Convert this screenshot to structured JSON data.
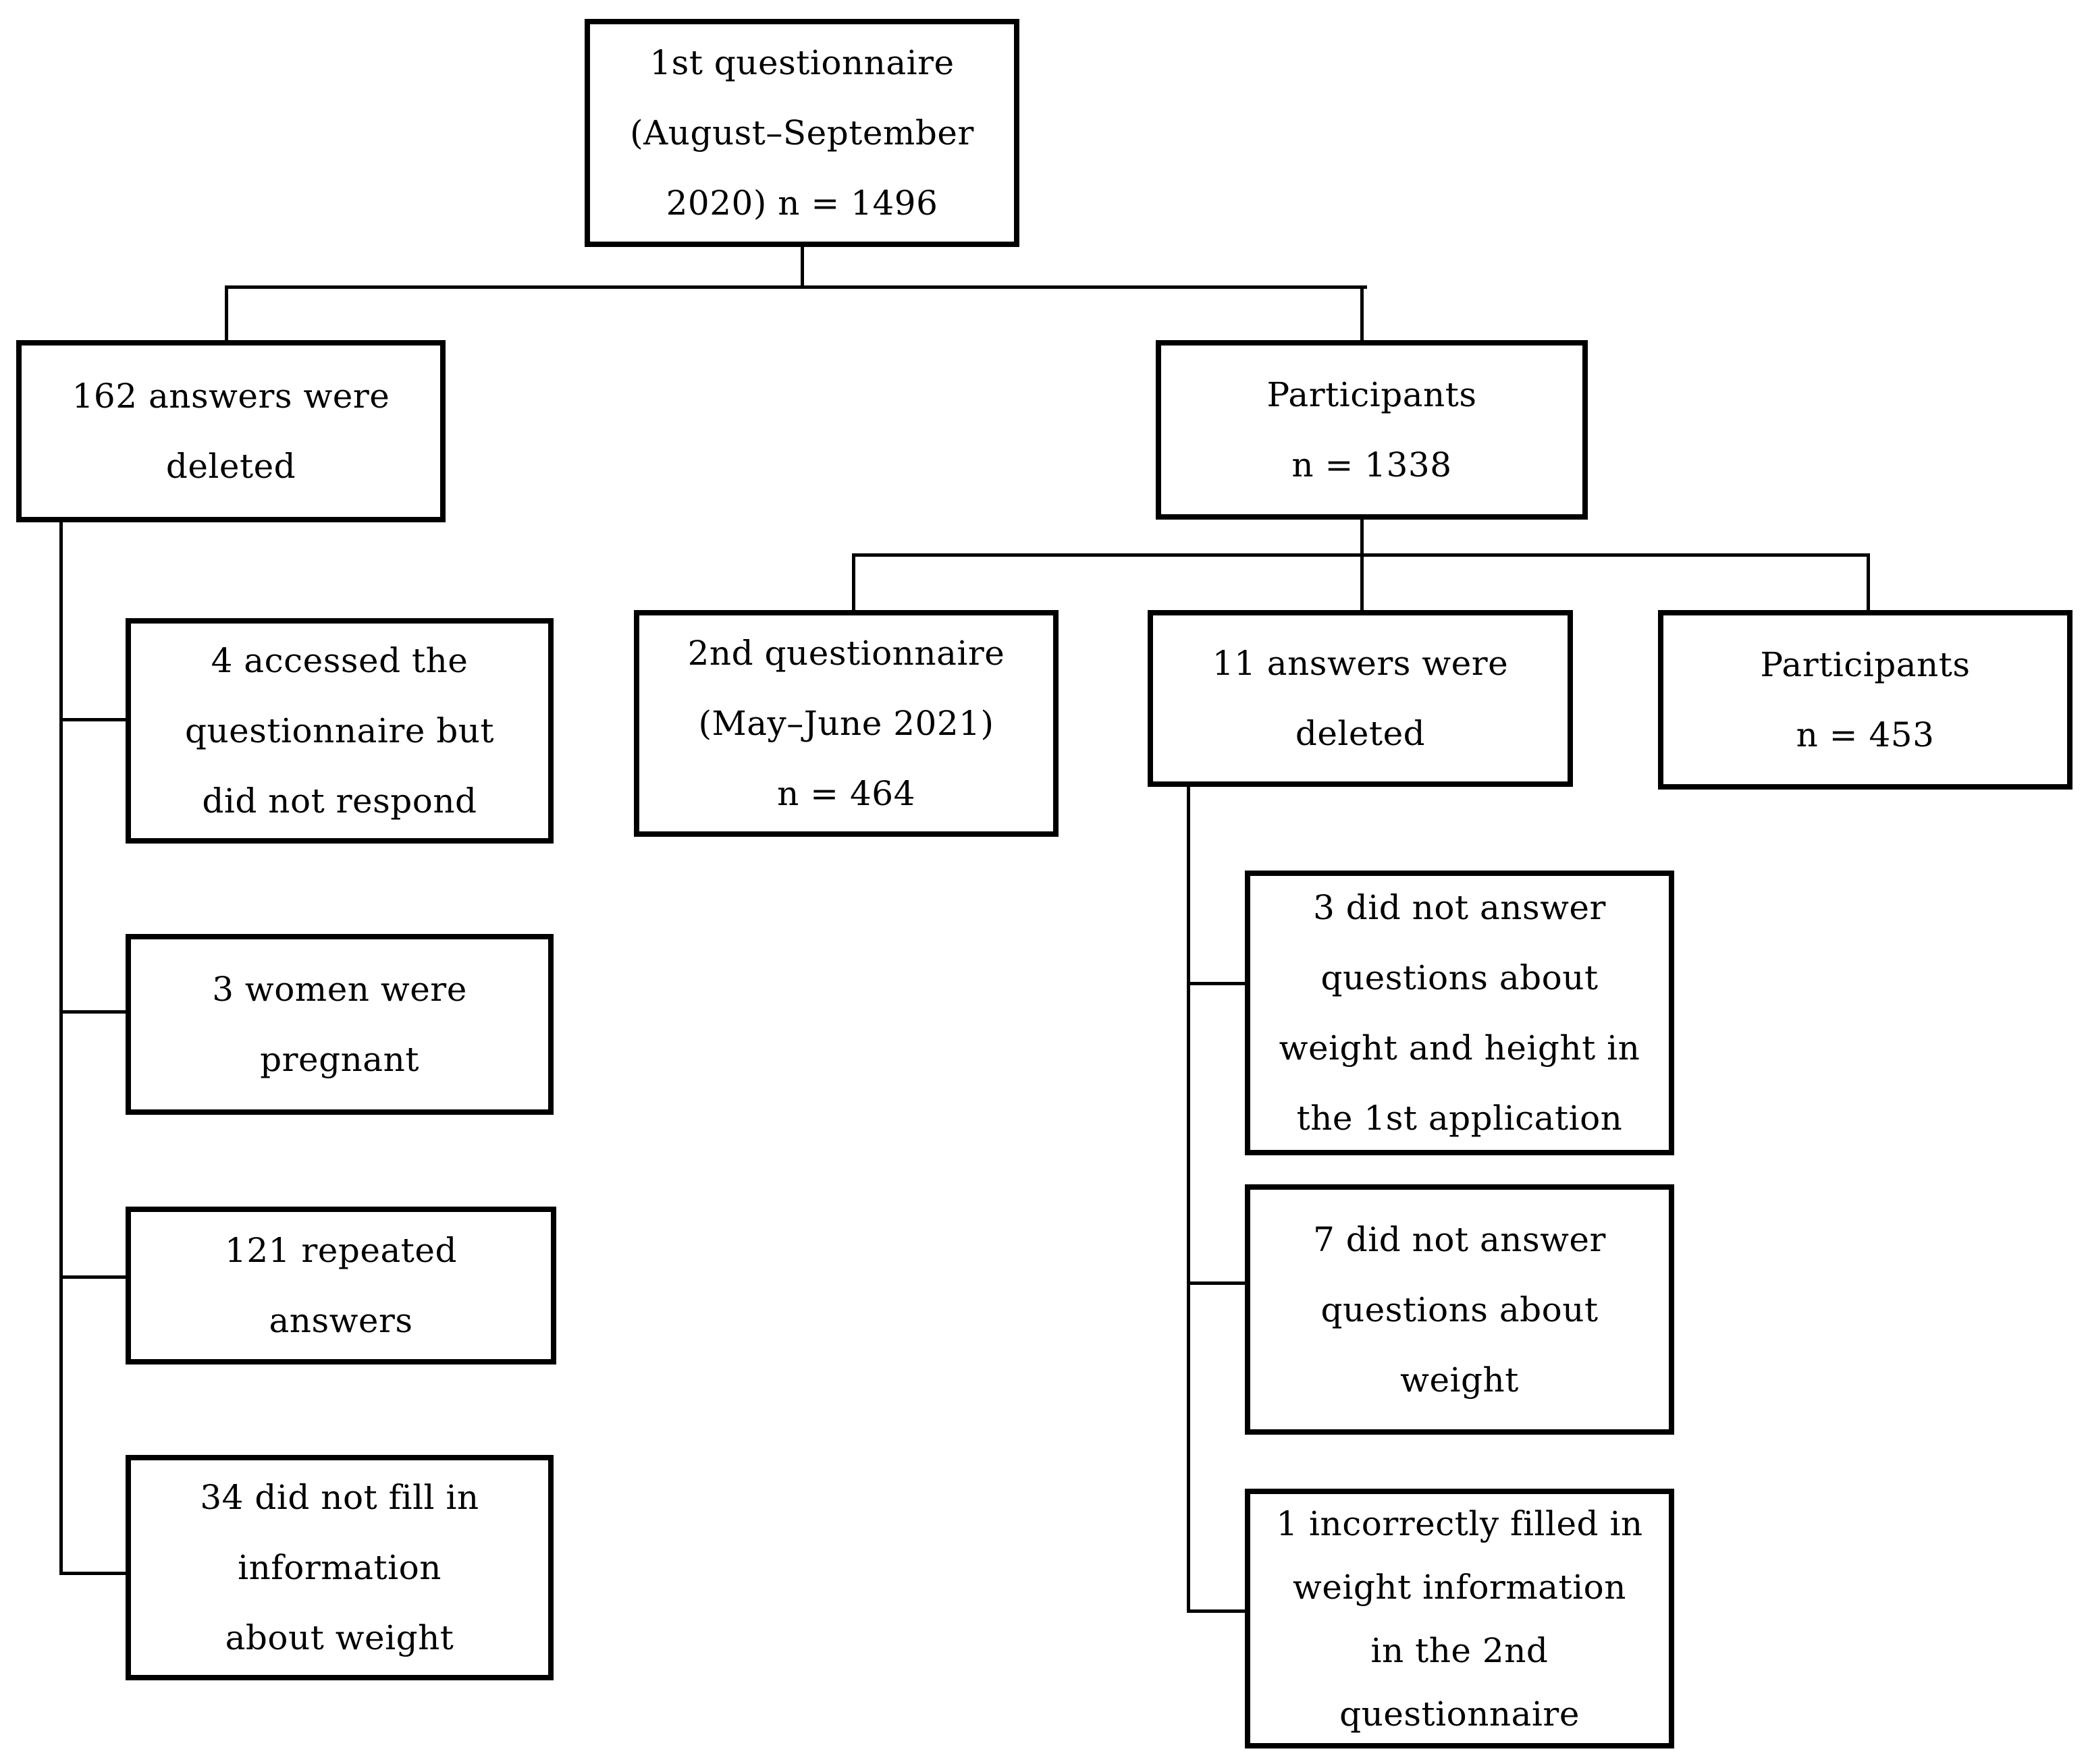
{
  "diagram": {
    "colors": {
      "line": "#000000",
      "text": "#000000",
      "background": "#ffffff"
    },
    "boxes": [
      {
        "id": "first-questionnaire",
        "lines": [
          "1st questionnaire",
          "(August–September",
          "2020) n = 1496"
        ]
      },
      {
        "id": "answers-deleted-162",
        "lines": [
          "162 answers were",
          "deleted"
        ]
      },
      {
        "id": "accessed-no-response-4",
        "lines": [
          "4 accessed the",
          "questionnaire but",
          "did not respond"
        ]
      },
      {
        "id": "women-pregnant-3",
        "lines": [
          "3 women were",
          "pregnant"
        ]
      },
      {
        "id": "repeated-answers-121",
        "lines": [
          "121 repeated",
          "answers"
        ]
      },
      {
        "id": "no-weight-info-34",
        "lines": [
          "34 did not fill in",
          "information",
          "about weight"
        ]
      },
      {
        "id": "participants-1338",
        "lines": [
          "Participants",
          "n = 1338"
        ]
      },
      {
        "id": "second-questionnaire",
        "lines": [
          "2nd questionnaire",
          "(May–June 2021)",
          "n = 464"
        ]
      },
      {
        "id": "answers-deleted-11",
        "lines": [
          "11 answers were",
          "deleted"
        ]
      },
      {
        "id": "participants-453",
        "lines": [
          "Participants",
          "n = 453"
        ]
      },
      {
        "id": "no-weight-height-1st-3",
        "lines": [
          "3 did not answer",
          "questions about",
          "weight and height in",
          "the 1st application"
        ]
      },
      {
        "id": "no-weight-answer-7",
        "lines": [
          "7 did not answer",
          "questions about",
          "weight"
        ]
      },
      {
        "id": "incorrect-weight-2nd-1",
        "lines": [
          "1 incorrectly filled in",
          "weight information",
          "in the 2nd",
          "questionnaire"
        ]
      }
    ],
    "edges": [
      {
        "from": "first-questionnaire",
        "to": "answers-deleted-162"
      },
      {
        "from": "first-questionnaire",
        "to": "participants-1338"
      },
      {
        "from": "answers-deleted-162",
        "to": "accessed-no-response-4"
      },
      {
        "from": "answers-deleted-162",
        "to": "women-pregnant-3"
      },
      {
        "from": "answers-deleted-162",
        "to": "repeated-answers-121"
      },
      {
        "from": "answers-deleted-162",
        "to": "no-weight-info-34"
      },
      {
        "from": "participants-1338",
        "to": "second-questionnaire"
      },
      {
        "from": "participants-1338",
        "to": "answers-deleted-11"
      },
      {
        "from": "participants-1338",
        "to": "participants-453"
      },
      {
        "from": "answers-deleted-11",
        "to": "no-weight-height-1st-3"
      },
      {
        "from": "answers-deleted-11",
        "to": "no-weight-answer-7"
      },
      {
        "from": "answers-deleted-11",
        "to": "incorrect-weight-2nd-1"
      }
    ]
  }
}
